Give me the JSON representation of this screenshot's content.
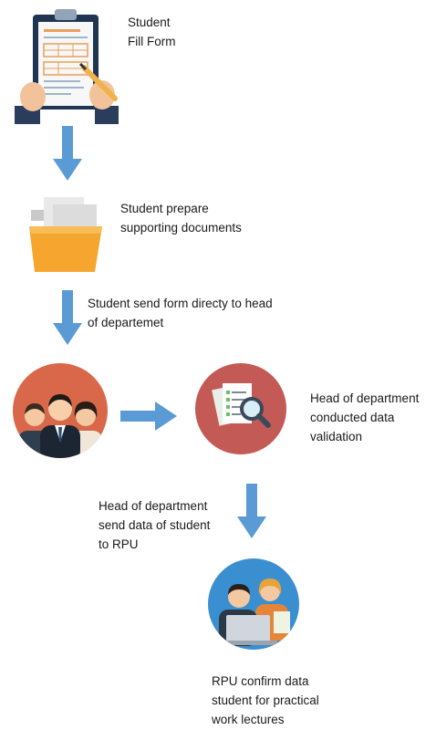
{
  "steps": [
    {
      "id": "fill-form",
      "lines": [
        "Student",
        "Fill Form"
      ],
      "icon": "clipboard-form-icon"
    },
    {
      "id": "prepare-docs",
      "lines": [
        "Student prepare",
        "supporting documents"
      ],
      "icon": "folder-icon"
    },
    {
      "id": "send-form",
      "lines": [
        "Student send form directy to head",
        "of departemet"
      ],
      "icon": "down-arrow-icon"
    },
    {
      "id": "validation",
      "lines": [
        "Head of department",
        "conducted data",
        "validation"
      ],
      "icon": "document-search-icon"
    },
    {
      "id": "send-rpu",
      "lines": [
        "Head of department",
        "send data of student",
        "to RPU"
      ],
      "icon": "down-arrow-icon"
    },
    {
      "id": "rpu-confirm",
      "lines": [
        "RPU confirm data",
        "student for practical",
        "work lectures"
      ],
      "icon": "laptop-team-icon"
    }
  ],
  "icons": {
    "arrow_color": "#5b9bd5",
    "people_bg": "#d9684a",
    "validation_bg": "#c45a55",
    "rpu_bg": "#3a8fd0",
    "folder_color": "#f6a52e"
  }
}
